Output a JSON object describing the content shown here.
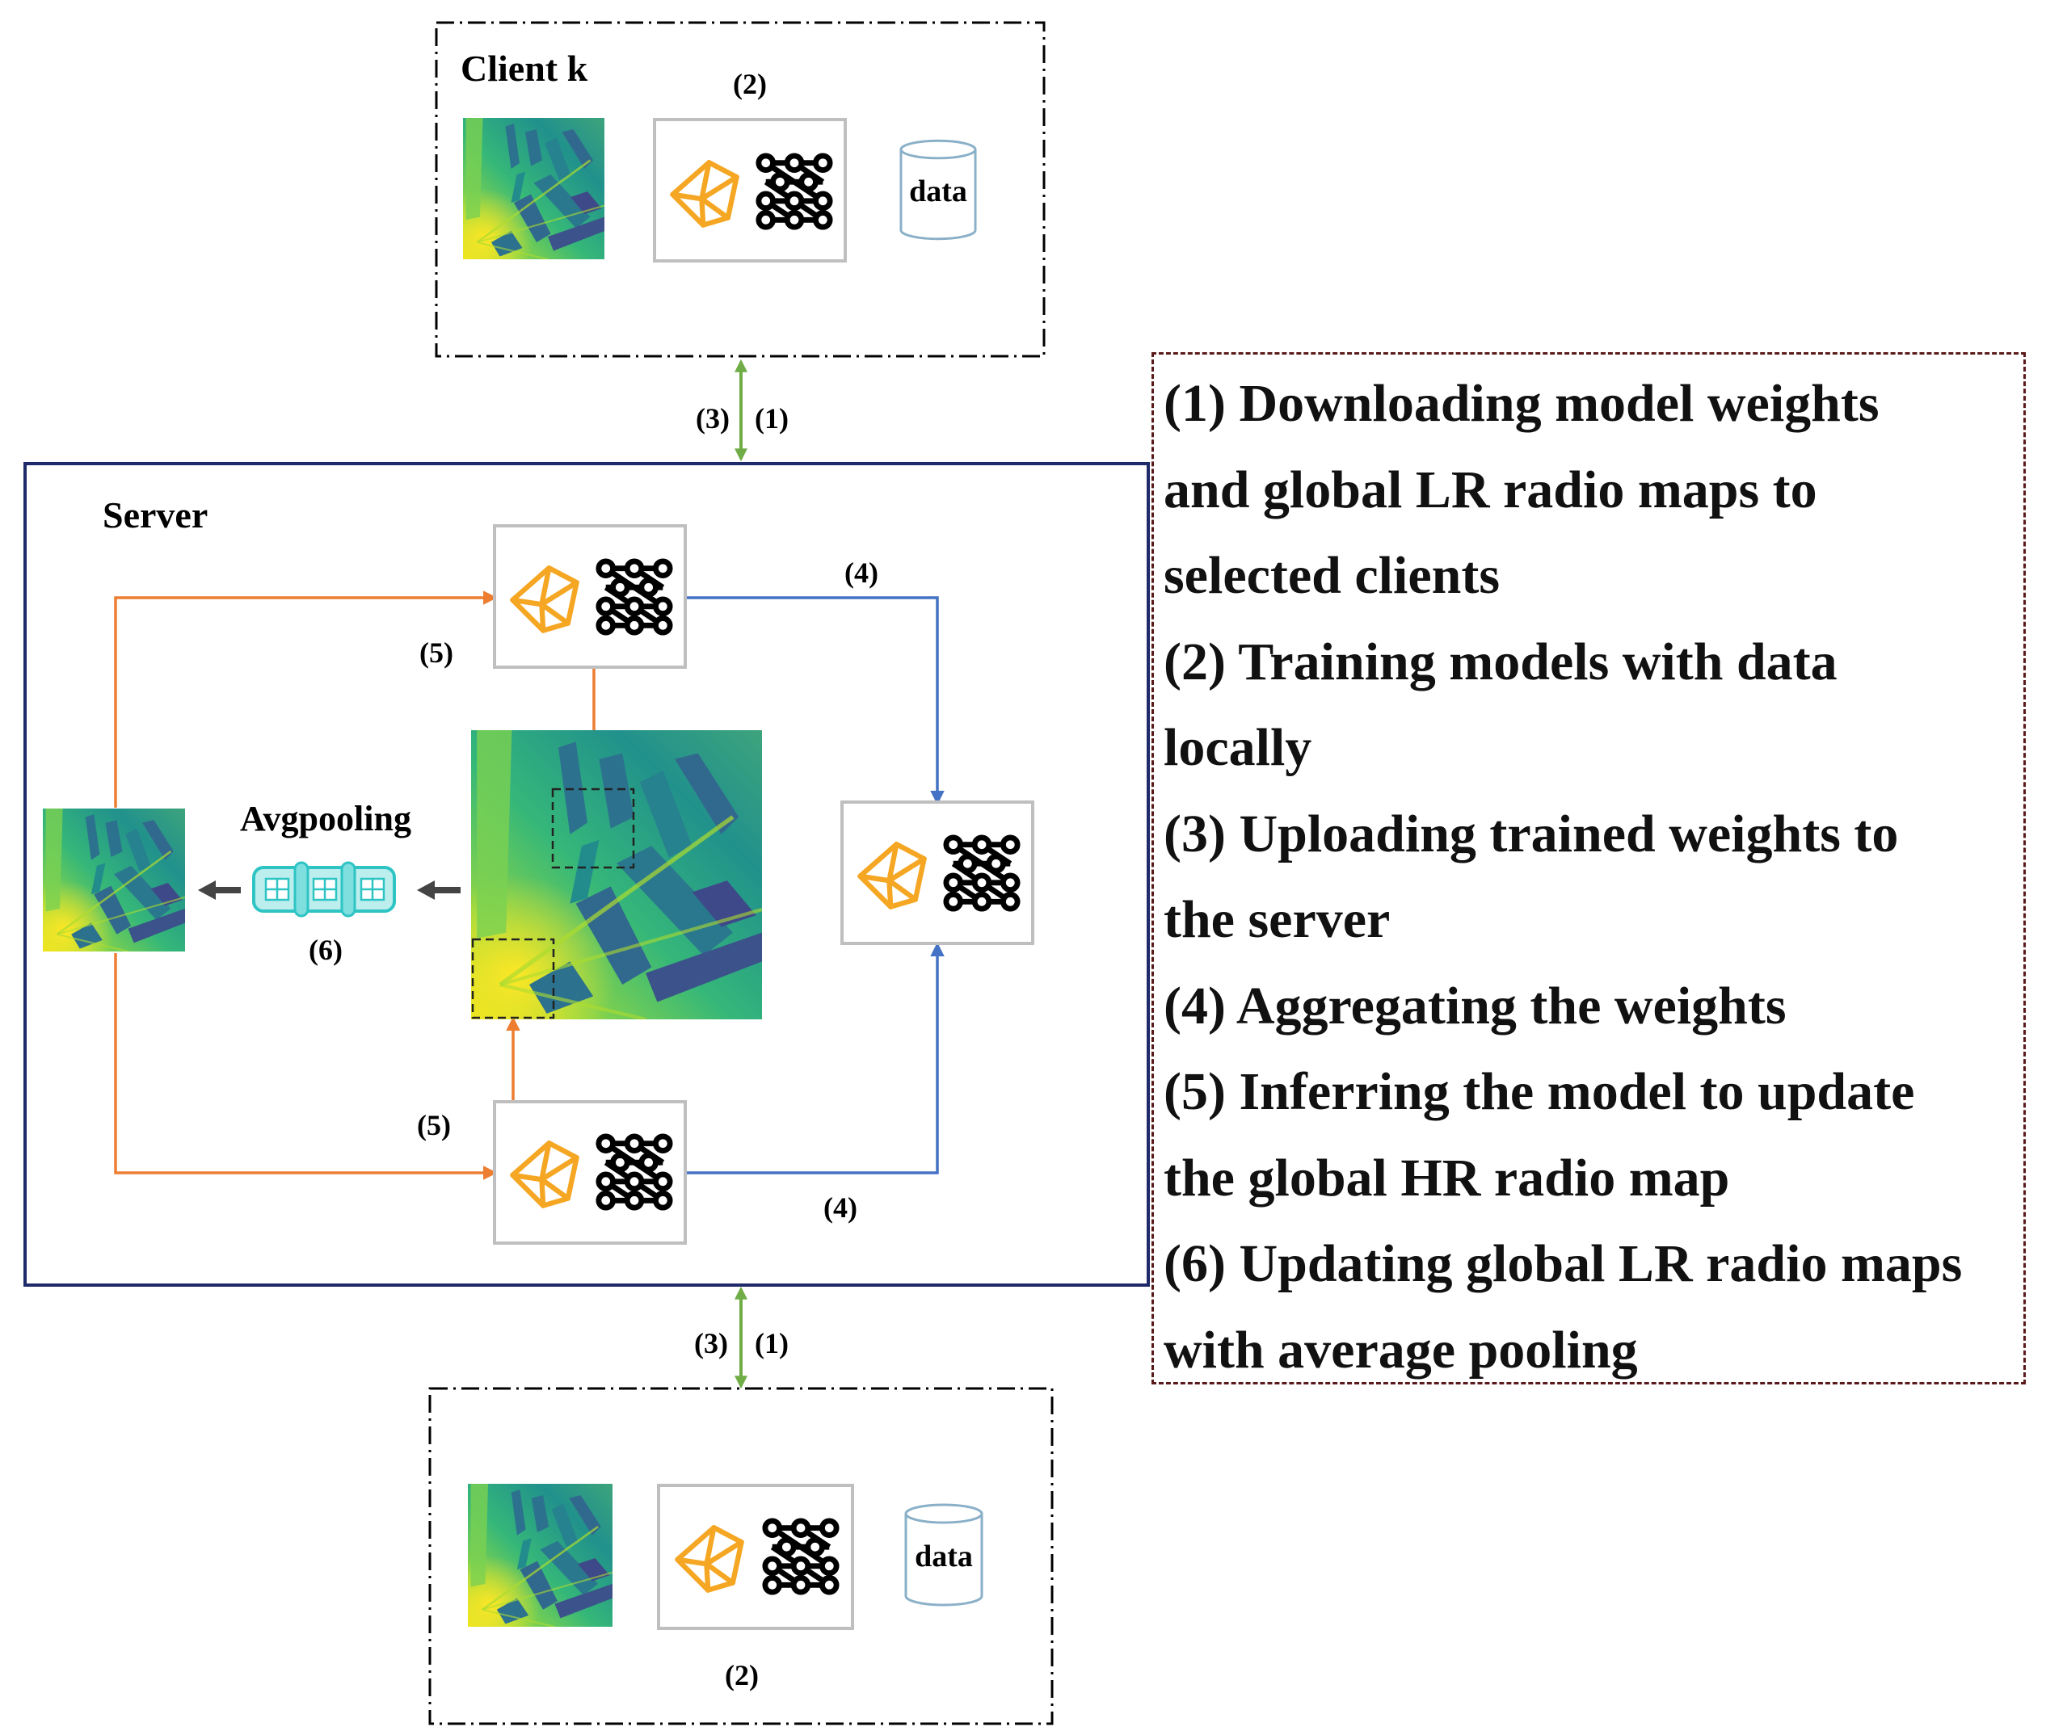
{
  "client_top": {
    "title": "Client k",
    "step_label": "(2)",
    "data_label": "data"
  },
  "client_bottom": {
    "step_label": "(2)",
    "data_label": "data"
  },
  "link_top": {
    "left_label": "(3)",
    "right_label": "(1)"
  },
  "link_bottom": {
    "left_label": "(3)",
    "right_label": "(1)"
  },
  "server": {
    "title": "Server",
    "avgpooling_label": "Avgpooling",
    "step6_label": "(6)",
    "step4_top_label": "(4)",
    "step4_bottom_label": "(4)",
    "step5_top_label": "(5)",
    "step5_bottom_label": "(5)"
  },
  "legend": {
    "lines": [
      "(1) Downloading model weights",
      "and global LR radio maps to",
      "selected clients",
      "(2) Training models with data",
      "locally",
      "(3) Uploading trained weights to",
      "the server",
      "(4) Aggregating the weights",
      "(5) Inferring  the model to update",
      "the global HR radio map",
      "(6) Updating global LR radio maps",
      "with average pooling"
    ]
  },
  "colors": {
    "server_border": "#1f2a6b",
    "orange_arrow": "#ed7d31",
    "blue_arrow": "#4472c4",
    "green_arrow": "#70ad47",
    "legend_border": "#5b1a1a",
    "model_icon": "#f5a623",
    "pooling_fill": "#bdeeee",
    "pooling_stroke": "#2ec4c4"
  },
  "icons": [
    "radio-map",
    "pyramid-model-icon",
    "neural-net-icon",
    "database-cylinder-icon",
    "pooling-layer-icon"
  ]
}
